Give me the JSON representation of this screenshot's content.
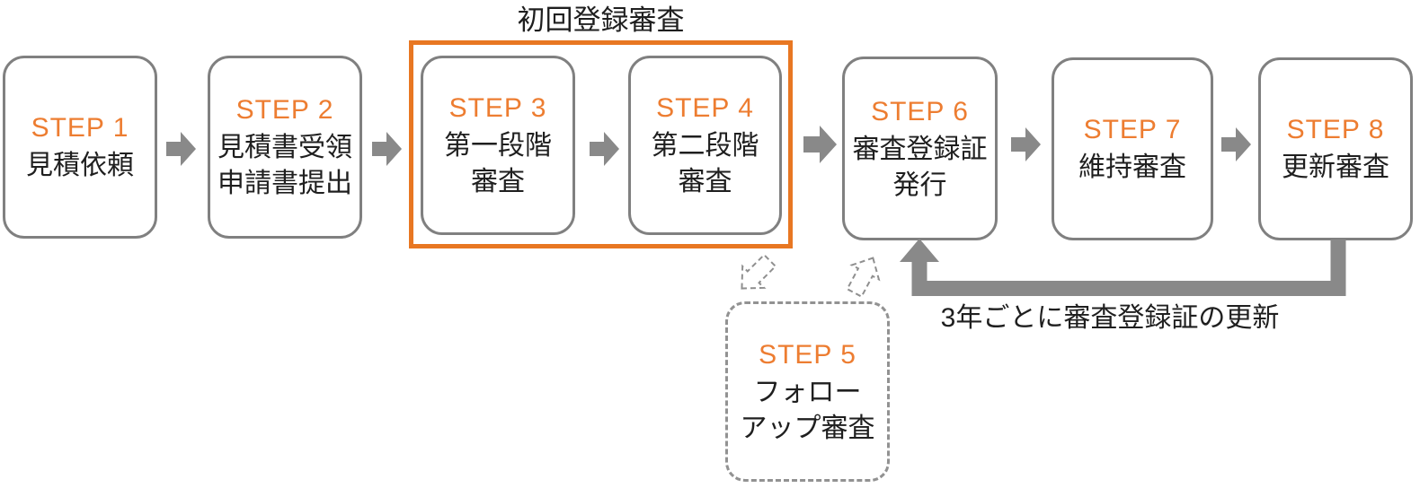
{
  "diagram": {
    "group_label": "初回登録審査",
    "renewal_note": "3年ごとに審査登録証の更新",
    "steps": [
      {
        "label": "STEP 1",
        "lines": [
          "見積依頼"
        ]
      },
      {
        "label": "STEP 2",
        "lines": [
          "見積書受領",
          "申請書提出"
        ]
      },
      {
        "label": "STEP 3",
        "lines": [
          "第一段階",
          "審査"
        ]
      },
      {
        "label": "STEP 4",
        "lines": [
          "第二段階",
          "審査"
        ]
      },
      {
        "label": "STEP 5",
        "lines": [
          "フォロー",
          "アップ審査"
        ]
      },
      {
        "label": "STEP 6",
        "lines": [
          "審査登録証",
          "発行"
        ]
      },
      {
        "label": "STEP 7",
        "lines": [
          "維持審査"
        ]
      },
      {
        "label": "STEP 8",
        "lines": [
          "更新審査"
        ]
      }
    ],
    "colors": {
      "accent_orange": "#ED7D31",
      "group_border_orange": "#E87722",
      "box_border_gray": "#808080",
      "arrow_gray": "#898989",
      "text_black": "#1f1f1f"
    }
  }
}
